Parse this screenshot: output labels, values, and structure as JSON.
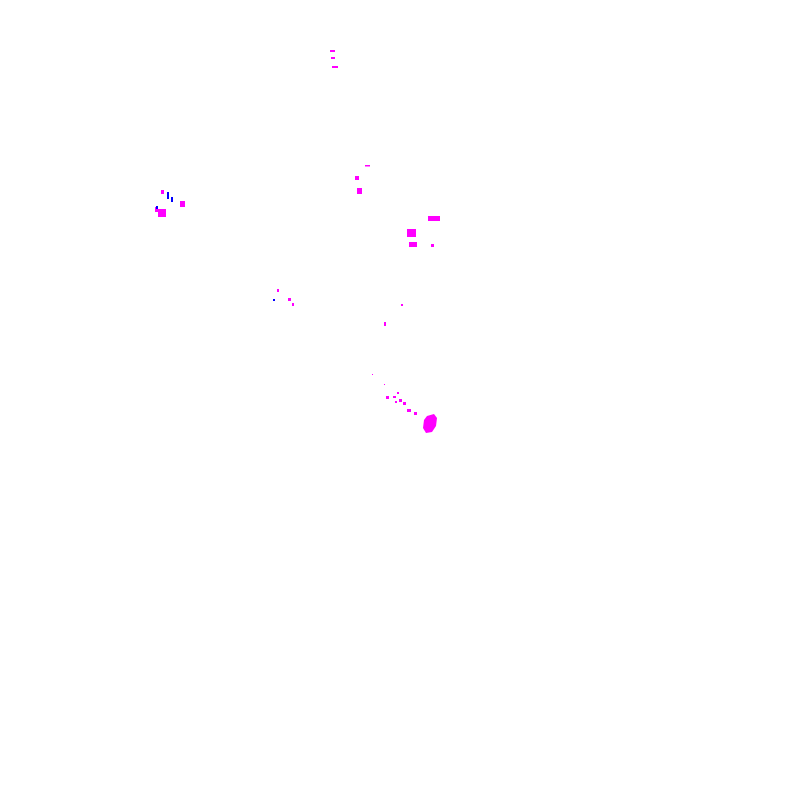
{
  "map": {
    "background_color": "#ffffff",
    "palette": {
      "primary": "#ff00ff",
      "secondary": "#0000ff",
      "accent": "#8800ff"
    },
    "features": [
      {
        "id": "cluster-north",
        "color": "#ff00ff"
      },
      {
        "id": "cluster-west",
        "color": "#ff00ff"
      },
      {
        "id": "cluster-west-blue",
        "color": "#0000ff"
      },
      {
        "id": "cluster-center-north",
        "color": "#ff00ff"
      },
      {
        "id": "cluster-east",
        "color": "#ff00ff"
      },
      {
        "id": "cluster-middle",
        "color": "#ff00ff"
      },
      {
        "id": "cluster-middle-blue",
        "color": "#0000ff"
      },
      {
        "id": "cluster-south",
        "color": "#ff00ff"
      },
      {
        "id": "cluster-south-large",
        "color": "#ff00ff"
      }
    ]
  }
}
